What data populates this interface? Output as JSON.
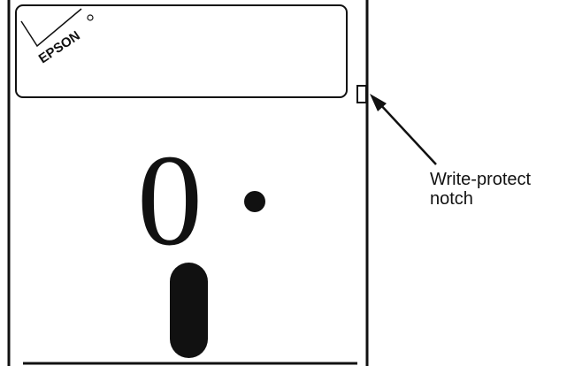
{
  "label": {
    "brand": "EPSON",
    "hub_glyph": "0",
    "callout_line1": "Write-protect",
    "callout_line2": "notch"
  },
  "colors": {
    "ink": "#111111",
    "background": "#ffffff"
  }
}
